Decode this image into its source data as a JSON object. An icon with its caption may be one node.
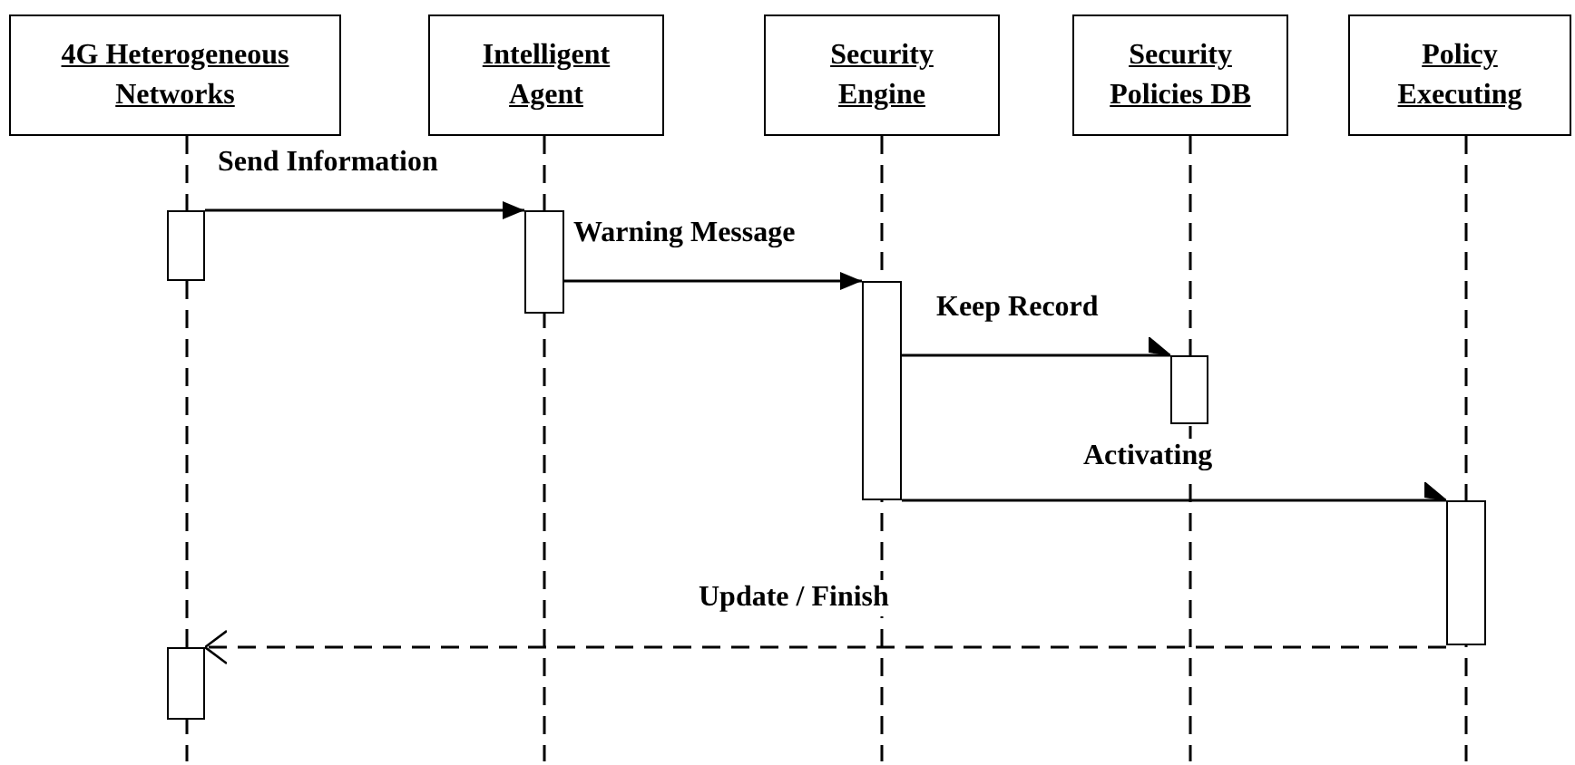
{
  "diagram": {
    "nodes": [
      {
        "text": [
          "4G Heterogeneous Networks"
        ]
      },
      {
        "text": [
          "Intelligent Agent"
        ]
      },
      {
        "text": [
          "Security Engine"
        ]
      },
      {
        "text": [
          "Security Policies DB"
        ]
      },
      {
        "text": [
          "Policy Executing"
        ]
      },
      {
        "text": [],
        "shape": "bar"
      },
      {
        "text": [],
        "shape": "bar"
      },
      {
        "text": [],
        "shape": "bar"
      },
      {
        "text": [],
        "shape": "bar"
      },
      {
        "text": [],
        "shape": "bar"
      },
      {
        "text": [],
        "shape": "bar"
      }
    ],
    "edges": [
      {
        "from": 5,
        "to": 6,
        "arrow": "to",
        "label": "Send Information"
      },
      {
        "from": 6,
        "to": 7,
        "arrow": "to",
        "label": "Warning Message"
      },
      {
        "from": 7,
        "to": 8,
        "arrow": "to",
        "label": "Keep Record"
      },
      {
        "from": 7,
        "to": 9,
        "arrow": "to",
        "label": "Activating"
      },
      {
        "from": 9,
        "to": 10,
        "arrow": "to",
        "label": "Update / Finish",
        "style": "dashed"
      }
    ]
  }
}
